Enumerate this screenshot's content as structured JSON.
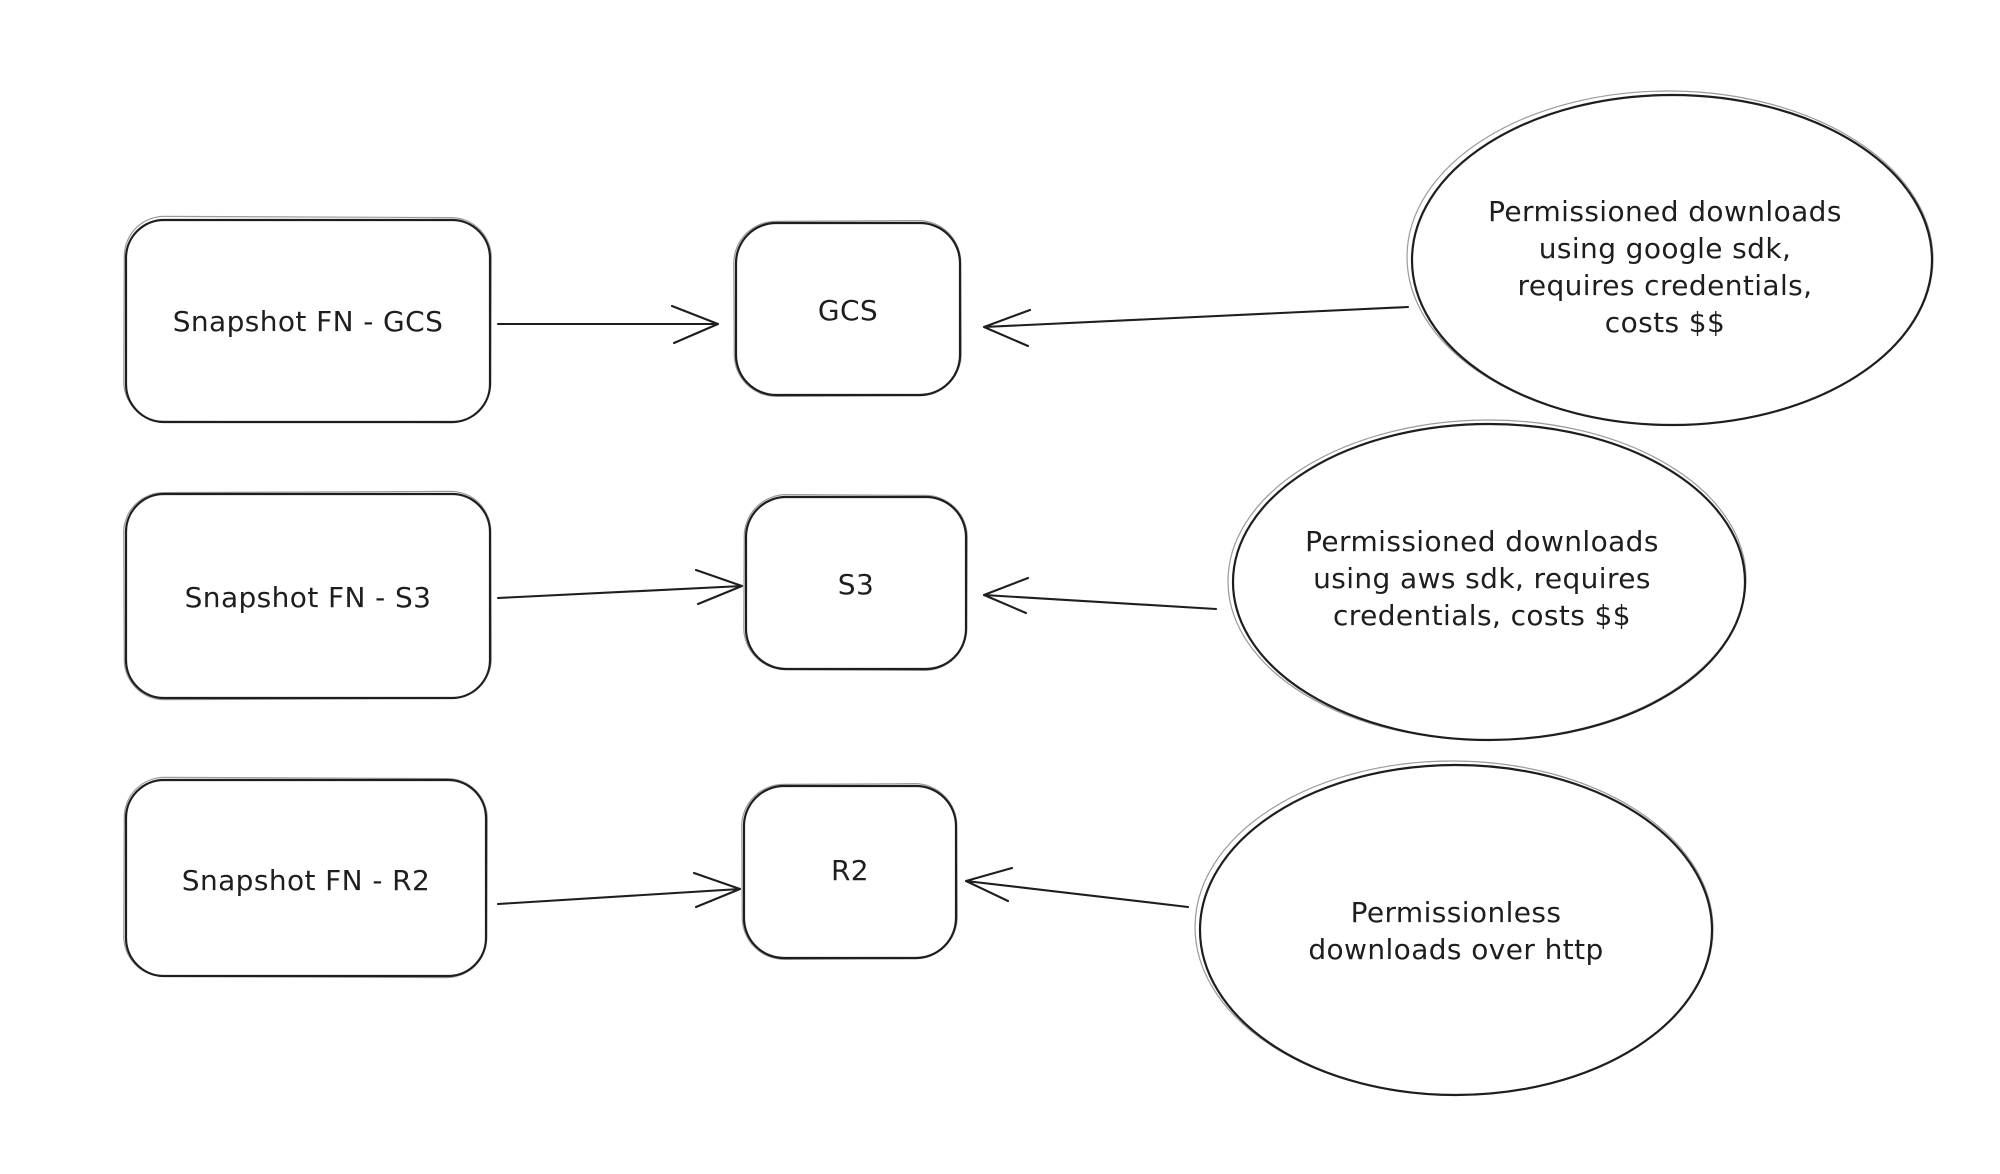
{
  "diagram": {
    "background": "#ffffff",
    "ink_color": "#1e1e1e",
    "rows": [
      {
        "source_label": "Snapshot FN - GCS",
        "target_label": "GCS",
        "note_lines": [
          "Permissioned downloads",
          "using google sdk,",
          "requires credentials,",
          "costs $$"
        ]
      },
      {
        "source_label": "Snapshot FN - S3",
        "target_label": "S3",
        "note_lines": [
          "Permissioned downloads",
          "using aws sdk, requires",
          "credentials, costs $$"
        ]
      },
      {
        "source_label": "Snapshot FN - R2",
        "target_label": "R2",
        "note_lines": [
          "Permissionless",
          "downloads over http"
        ]
      }
    ]
  }
}
